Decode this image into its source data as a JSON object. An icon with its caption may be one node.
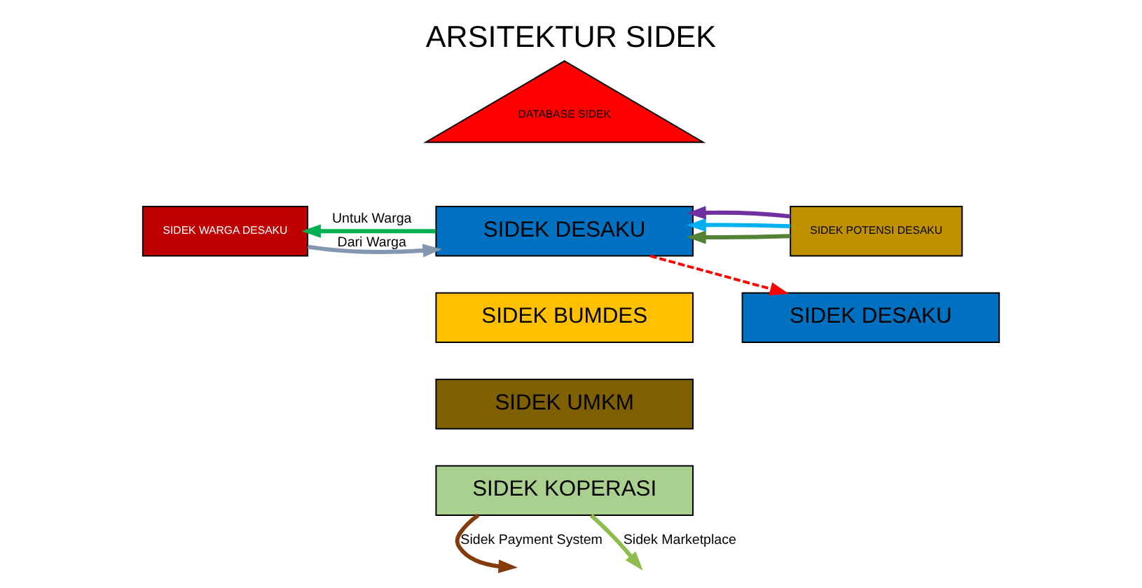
{
  "diagram": {
    "title": "ARSITEKTUR SIDEK",
    "nodes": [
      {
        "text": [
          "DATABASE SIDEK"
        ]
      },
      {
        "text": [
          "SIDEK DESAKU"
        ]
      },
      {
        "text": [
          "SIDEK BUMDES"
        ]
      },
      {
        "text": [
          "SIDEK UMKM"
        ]
      },
      {
        "text": [
          "SIDEK KOPERASI"
        ]
      },
      {
        "text": [
          "SIDEK WARGA DESAKU"
        ]
      },
      {
        "text": [
          "SIDEK POTENSI DESAKU"
        ]
      },
      {
        "text": [
          "SIDEK DESAKU"
        ]
      }
    ],
    "edges": [
      {
        "from": 5,
        "to": 1,
        "arrow": "to",
        "label": "Dari Warga",
        "color": "#8497b0"
      },
      {
        "from": 1,
        "to": 5,
        "arrow": "to",
        "label": "Untuk Warga",
        "color": "#00b050"
      },
      {
        "from": 6,
        "to": 1,
        "arrow": "to",
        "color": "#548235"
      },
      {
        "from": 6,
        "to": 1,
        "arrow": "to",
        "color": "#00b0f0"
      },
      {
        "from": 6,
        "to": 1,
        "arrow": "to",
        "color": "#7030a0"
      },
      {
        "from": 4,
        "to": null,
        "arrow": "to",
        "label": "Sidek Payment System",
        "color": "#843c0c"
      },
      {
        "from": 4,
        "to": null,
        "arrow": "to",
        "label": "Sidek Marketplace",
        "color": "#8fbc4f"
      },
      {
        "from": 1,
        "to": 7,
        "arrow": "to",
        "style": "dashed",
        "color": "#ff0000"
      }
    ]
  }
}
